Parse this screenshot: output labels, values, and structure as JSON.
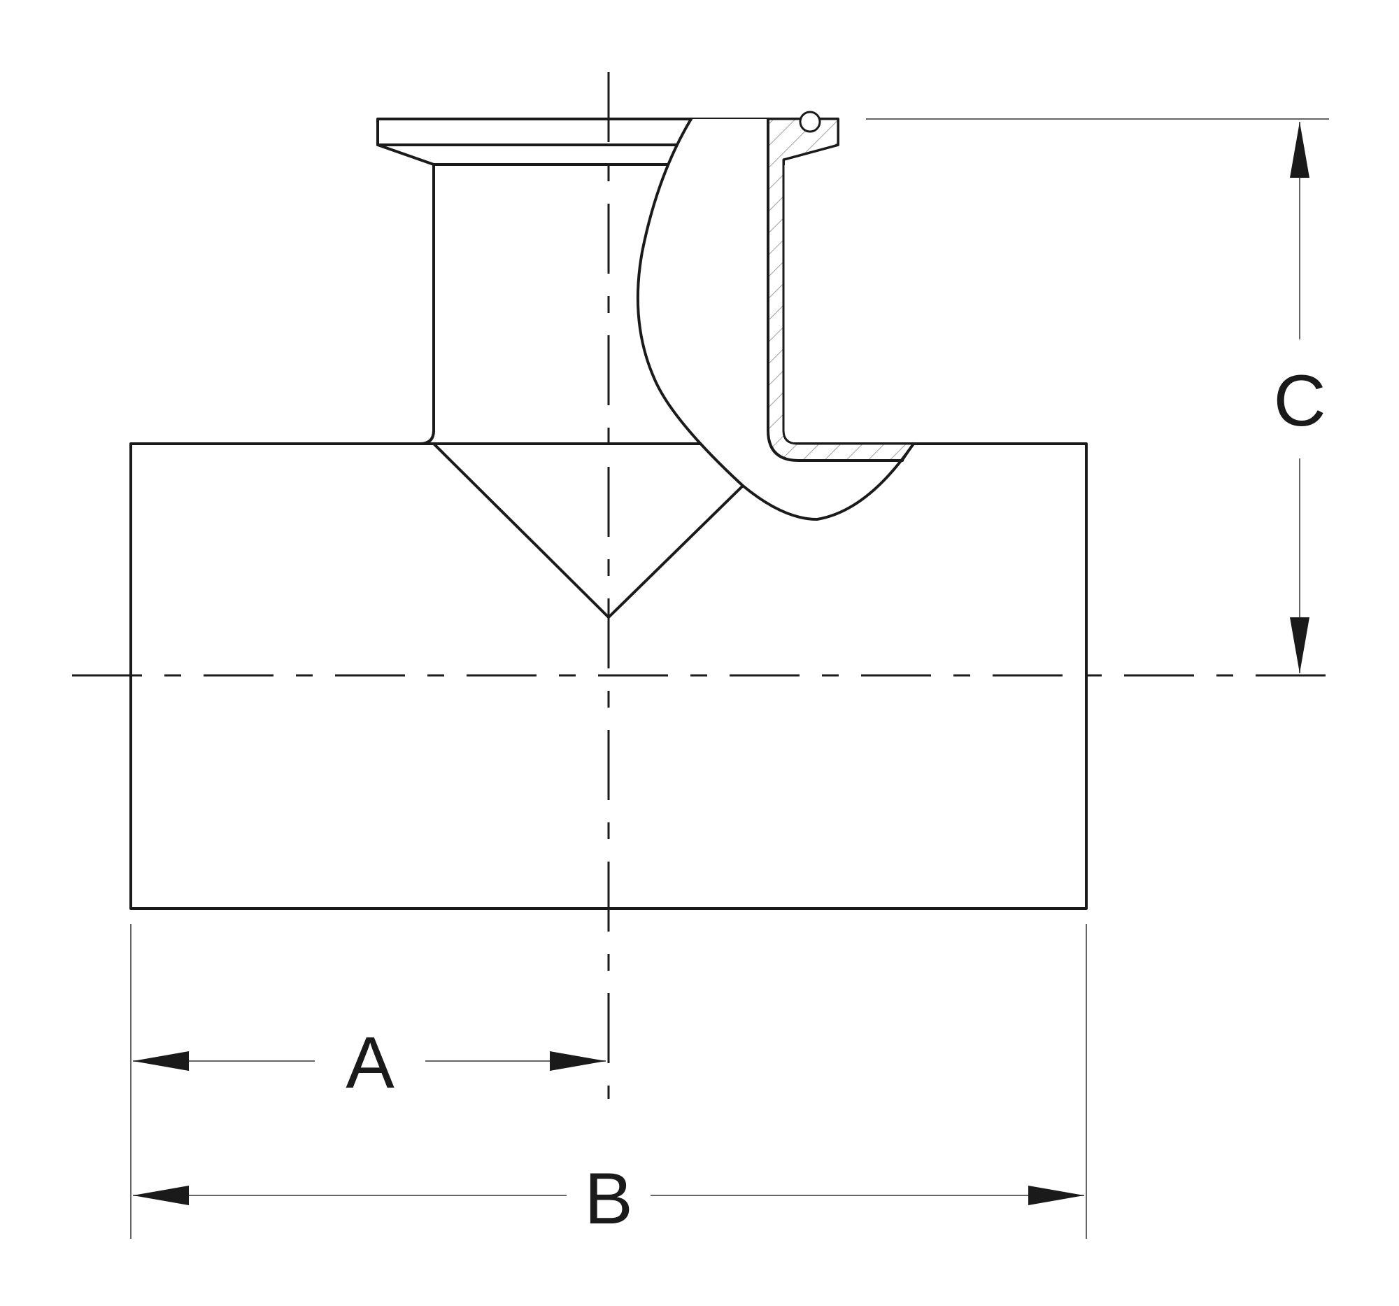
{
  "diagram": {
    "labels": {
      "a": "A",
      "b": "B",
      "c": "C"
    },
    "colors": {
      "line": "#1a1a1a",
      "extension_line": "#666666",
      "hatch": "#888888",
      "background": "#ffffff"
    }
  }
}
